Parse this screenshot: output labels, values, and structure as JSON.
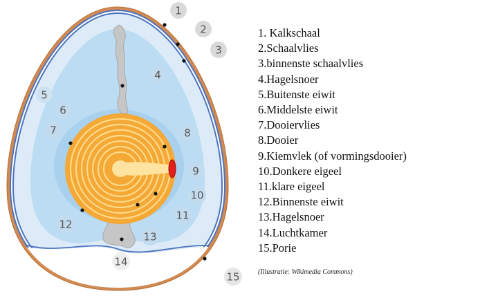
{
  "colors": {
    "shell": "#c47a3f",
    "membrane": "#5b7fc4",
    "outer_white": "#ddecf7",
    "inner_white": "#bfdcf2",
    "yolk_light": "#ffd27a",
    "yolk_dark": "#f29a1c",
    "chalaza": "#c8c8c8",
    "germinal_disc": "#e0201a",
    "marker_circle": "#d9d9d9",
    "dot": "#111111"
  },
  "markers": [
    "1",
    "2",
    "3",
    "4",
    "5",
    "6",
    "7",
    "8",
    "9",
    "10",
    "11",
    "12",
    "13",
    "14",
    "15"
  ],
  "legend": [
    "1. Kalkschaal",
    "2.Schaalvlies",
    "3.binnenste schaalvlies",
    "4.Hagelsnoer",
    "5.Buitenste eiwit",
    "6.Middelste eiwit",
    "7.Dooiervlies",
    "8.Dooier",
    "9.Kiemvlek (of vormingsdooier)",
    "10.Donkere eigeel",
    "11.klare eigeel",
    "12.Binnenste eiwit",
    "13.Hagelsnoer",
    "14.Luchtkamer",
    "15.Porie"
  ],
  "credit": "(Illustratie: Wikimedia Commons)"
}
